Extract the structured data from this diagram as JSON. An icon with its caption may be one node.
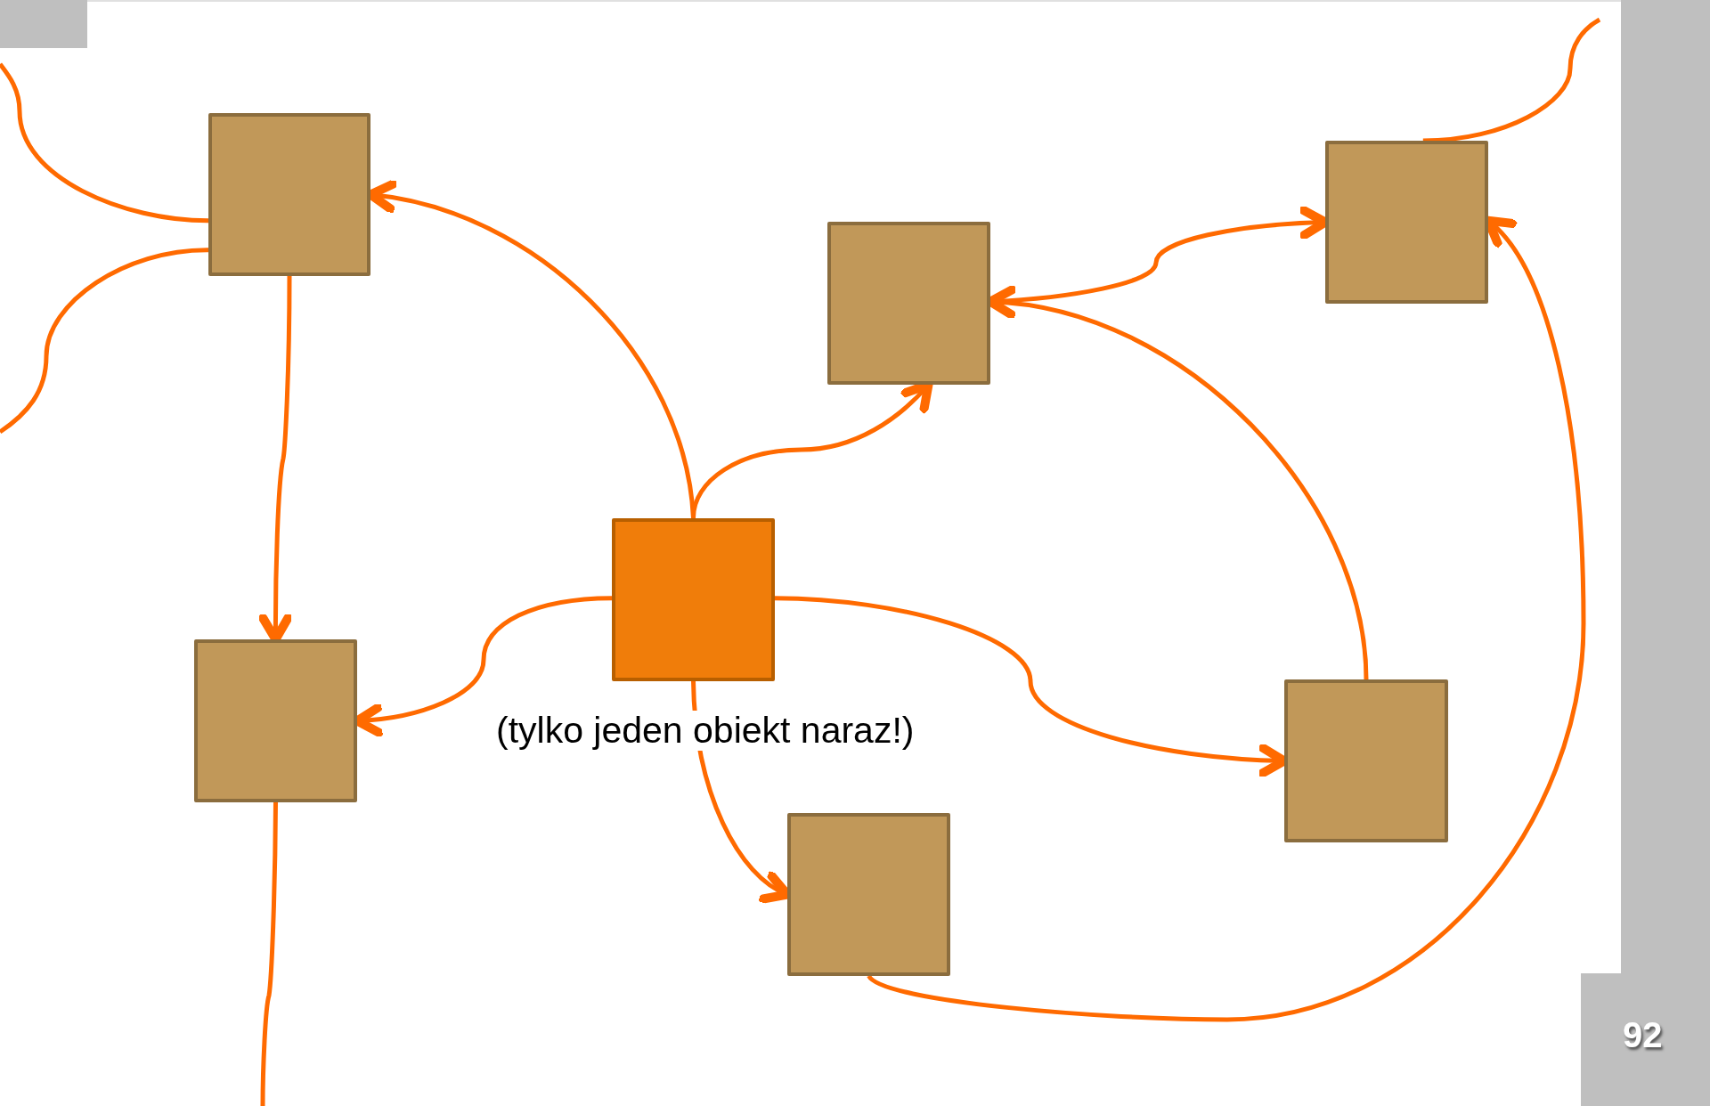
{
  "diagram": {
    "nodes": [
      {
        "text": [],
        "shape": "box"
      },
      {
        "text": [],
        "shape": "box"
      },
      {
        "text": [],
        "shape": "box"
      },
      {
        "text": [],
        "shape": "box",
        "beside": [
          "(tylko jeden obiekt naraz!)"
        ]
      },
      {
        "text": [],
        "shape": "box"
      },
      {
        "text": [],
        "shape": "box"
      },
      {
        "text": [],
        "shape": "box"
      }
    ],
    "edges": [
      {
        "from": 3,
        "to": 0,
        "arrow": "to"
      },
      {
        "from": 3,
        "to": 1,
        "arrow": "to"
      },
      {
        "from": 3,
        "to": 4,
        "arrow": "to"
      },
      {
        "from": 3,
        "to": 5,
        "arrow": "to"
      },
      {
        "from": 3,
        "to": 6,
        "arrow": "to"
      },
      {
        "from": 0,
        "to": 4,
        "arrow": "to"
      },
      {
        "from": 1,
        "to": 2,
        "arrow": "to"
      },
      {
        "from": 5,
        "to": 1,
        "arrow": "to"
      },
      {
        "from": 6,
        "to": 2,
        "arrow": "to"
      },
      {
        "from": 0,
        "to": null,
        "arrow": "none"
      },
      {
        "from": 0,
        "to": null,
        "arrow": "none"
      },
      {
        "from": 4,
        "to": null,
        "arrow": "none"
      },
      {
        "from": 2,
        "to": null,
        "arrow": "none"
      }
    ],
    "labels": [
      "92"
    ]
  }
}
